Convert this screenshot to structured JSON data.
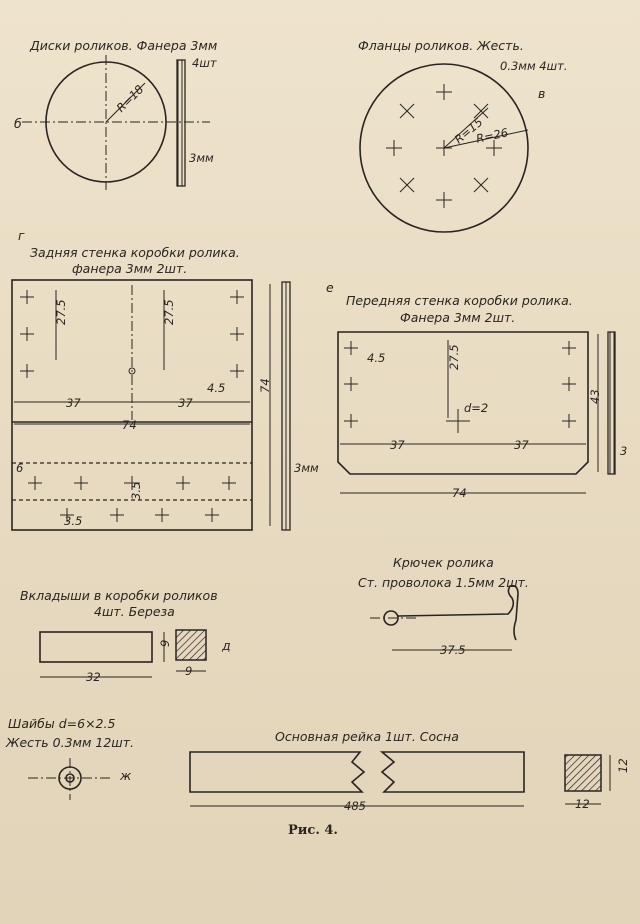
{
  "labels": {
    "disks_title": "Диски роликов. Фанера 3мм",
    "disks_qty": "4шт",
    "disks_r": "R=18",
    "disks_thk": "3мм",
    "letter_b": "б",
    "flanges_title": "Фланцы роликов. Жесть.",
    "flanges_sub": "0.3мм 4шт.",
    "letter_v": "в",
    "flanges_r1": "R=15",
    "flanges_r2": "R=26",
    "letter_g": "г",
    "back_title1": "Задняя стенка коробки ролика.",
    "back_title2": "фанера 3мм 2шт.",
    "dim_275a": "27.5",
    "dim_275b": "27.5",
    "dim_37a": "37",
    "dim_37b": "37",
    "dim_45a": "4.5",
    "dim_74a": "74",
    "dim_74v": "74",
    "dim_6": "6",
    "dim_35a": "3.5",
    "dim_35b": "3.5",
    "dim_3mm": "3мм",
    "letter_e": "е",
    "front_title1": "Передняя стенка коробки ролика.",
    "front_title2": "Фанера 3мм 2шт.",
    "dim_45b": "4.5",
    "dim_275c": "27.5",
    "dim_d2": "d=2",
    "dim_37c": "37",
    "dim_37d": "37",
    "dim_43": "43",
    "dim_3": "3",
    "dim_74b": "74",
    "hook_title1": "Крючек ролика",
    "hook_title2": "Ст. проволока 1.5мм 2шт.",
    "dim_375": "37.5",
    "inserts_title1": "Вкладыши в коробки роликов",
    "inserts_title2": "4шт. Береза",
    "dim_9a": "9",
    "dim_9b": "9",
    "dim_32": "32",
    "letter_d": "д",
    "washers_title1": "Шайбы d=6×2.5",
    "washers_title2": "Жесть 0.3мм 12шт.",
    "letter_zh": "ж",
    "rail_title": "Основная рейка 1шт. Сосна",
    "dim_485": "485",
    "dim_12a": "12",
    "dim_12b": "12",
    "caption": "Рис. 4."
  },
  "colors": {
    "ink": "#2a2520",
    "paper": "#eee3cc"
  }
}
